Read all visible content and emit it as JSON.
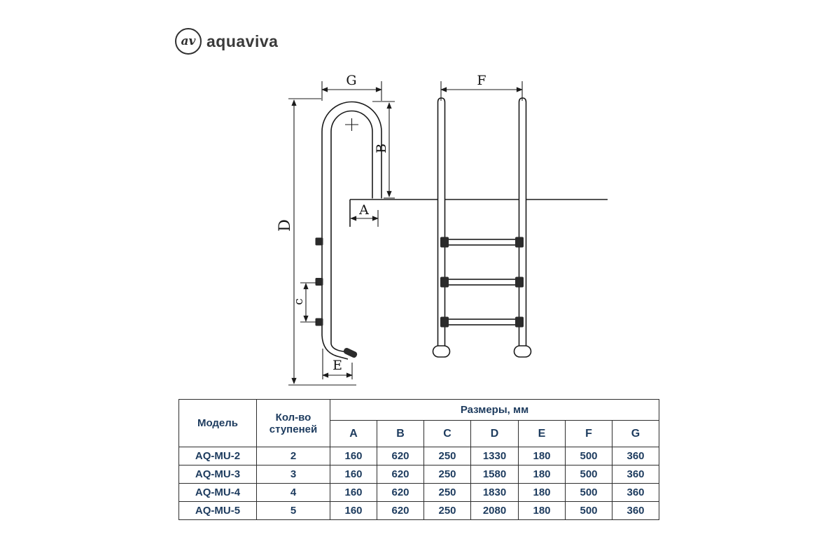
{
  "logo": {
    "monogram": "av",
    "brand": "aquaviva"
  },
  "diagram": {
    "labels": {
      "G": "G",
      "F": "F",
      "B": "B",
      "A": "A",
      "D": "D",
      "C": "c",
      "E": "E"
    }
  },
  "table": {
    "headers": {
      "model": "Модель",
      "steps_line1": "Кол-во",
      "steps_line2": "ступеней",
      "dimensions": "Размеры, мм",
      "dims": [
        "A",
        "B",
        "C",
        "D",
        "E",
        "F",
        "G"
      ]
    },
    "rows": [
      {
        "model": "AQ-MU-2",
        "steps": "2",
        "values": [
          "160",
          "620",
          "250",
          "1330",
          "180",
          "500",
          "360"
        ]
      },
      {
        "model": "AQ-MU-3",
        "steps": "3",
        "values": [
          "160",
          "620",
          "250",
          "1580",
          "180",
          "500",
          "360"
        ]
      },
      {
        "model": "AQ-MU-4",
        "steps": "4",
        "values": [
          "160",
          "620",
          "250",
          "1830",
          "180",
          "500",
          "360"
        ]
      },
      {
        "model": "AQ-MU-5",
        "steps": "5",
        "values": [
          "160",
          "620",
          "250",
          "2080",
          "180",
          "500",
          "360"
        ]
      }
    ]
  },
  "colors": {
    "table_text": "#1d3b5e",
    "line": "#1b1b1b"
  }
}
